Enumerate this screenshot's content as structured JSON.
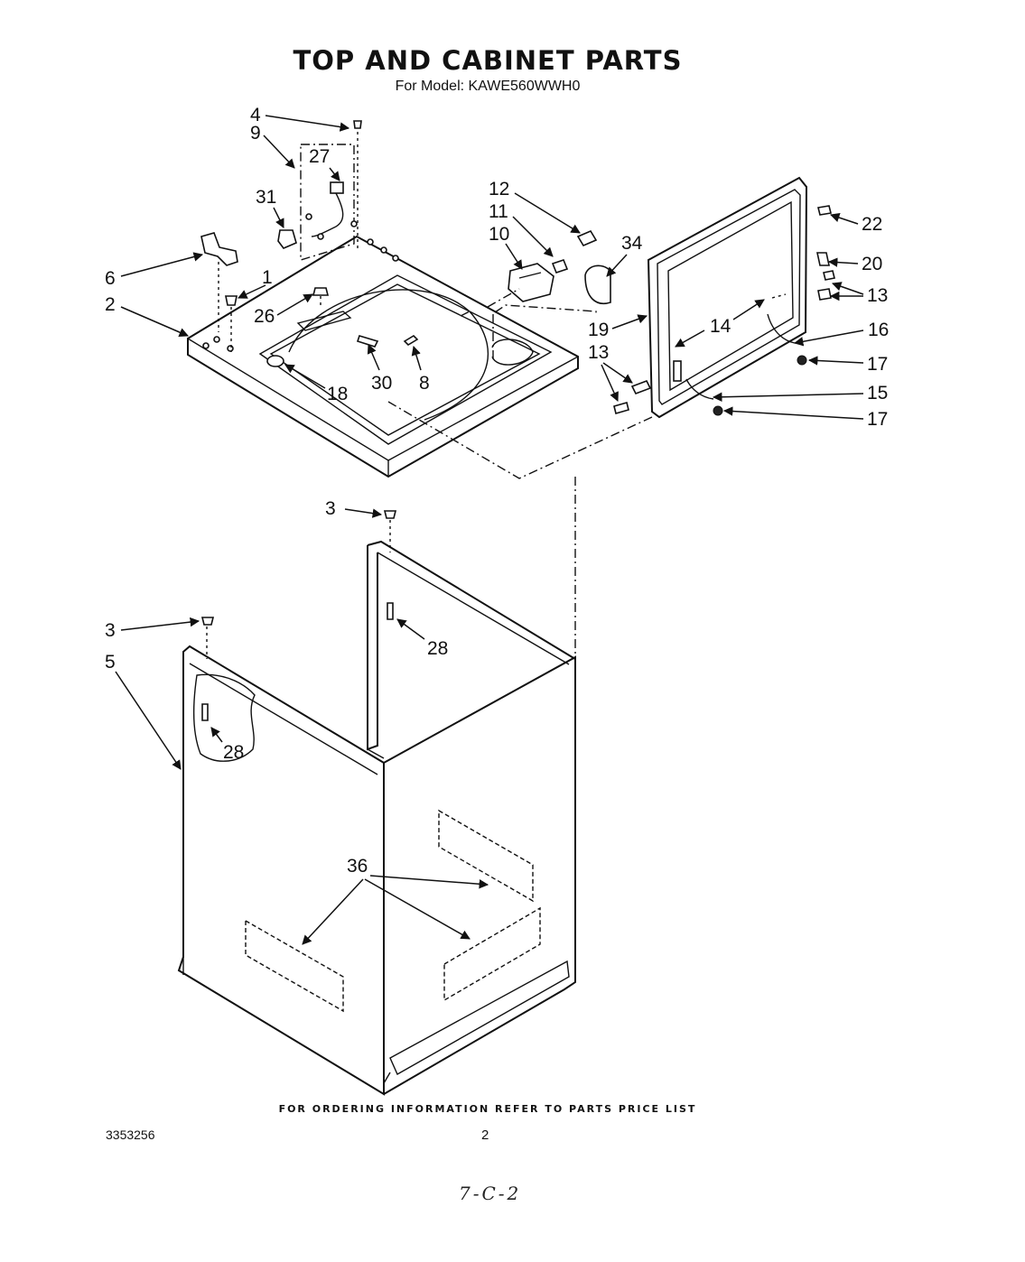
{
  "header": {
    "title": "TOP AND CABINET PARTS",
    "subtitle": "For Model: KAWE560WWH0"
  },
  "callouts": [
    "4",
    "9",
    "27",
    "31",
    "6",
    "1",
    "2",
    "26",
    "12",
    "11",
    "10",
    "34",
    "22",
    "20",
    "13",
    "14",
    "19",
    "16",
    "17",
    "15",
    "13",
    "17",
    "18",
    "30",
    "8",
    "3",
    "28",
    "3",
    "5",
    "28",
    "36"
  ],
  "footer": {
    "note": "FOR ORDERING INFORMATION REFER TO PARTS PRICE LIST",
    "doc_number": "3353256",
    "page_number": "2",
    "handwritten": "7-C-2"
  }
}
